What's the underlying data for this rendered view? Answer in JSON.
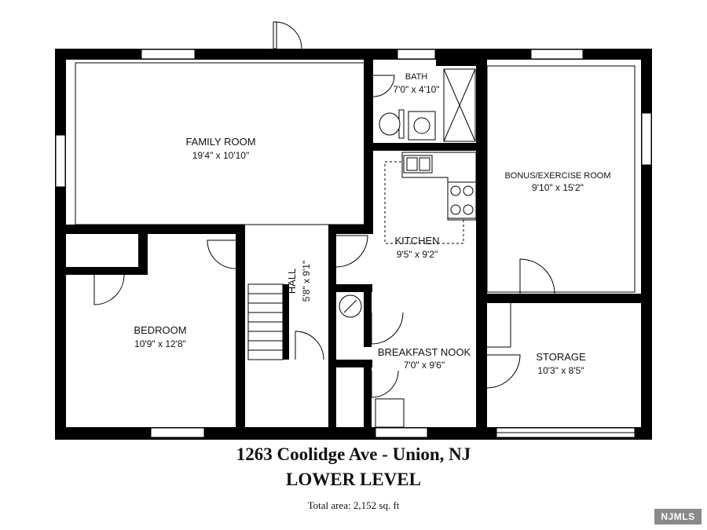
{
  "rooms": {
    "family_room": {
      "name": "FAMILY ROOM",
      "dims": "19'4\" x 10'10\""
    },
    "bath": {
      "name": "BATH",
      "dims": "7'0\" x 4'10\""
    },
    "bonus_room": {
      "name": "BONUS/EXERCISE ROOM",
      "dims": "9'10\" x 15'2\""
    },
    "kitchen": {
      "name": "KITCHEN",
      "dims": "9'5\" x 9'2\""
    },
    "hall": {
      "name": "HALL",
      "dims": "5'8\" x 9'1\""
    },
    "bedroom": {
      "name": "BEDROOM",
      "dims": "10'9\" x 12'8\""
    },
    "breakfast_nook": {
      "name": "BREAKFAST NOOK",
      "dims": "7'0\" x 9'6\""
    },
    "storage": {
      "name": "STORAGE",
      "dims": "10'3\" x 8'5\""
    }
  },
  "caption": {
    "address": "1263 Coolidge Ave - Union, NJ",
    "level": "LOWER LEVEL",
    "total_area": "Total area: 2,152 sq. ft"
  },
  "brand": {
    "logo_text": "NJMLS",
    "color": "#8a8a8a"
  }
}
